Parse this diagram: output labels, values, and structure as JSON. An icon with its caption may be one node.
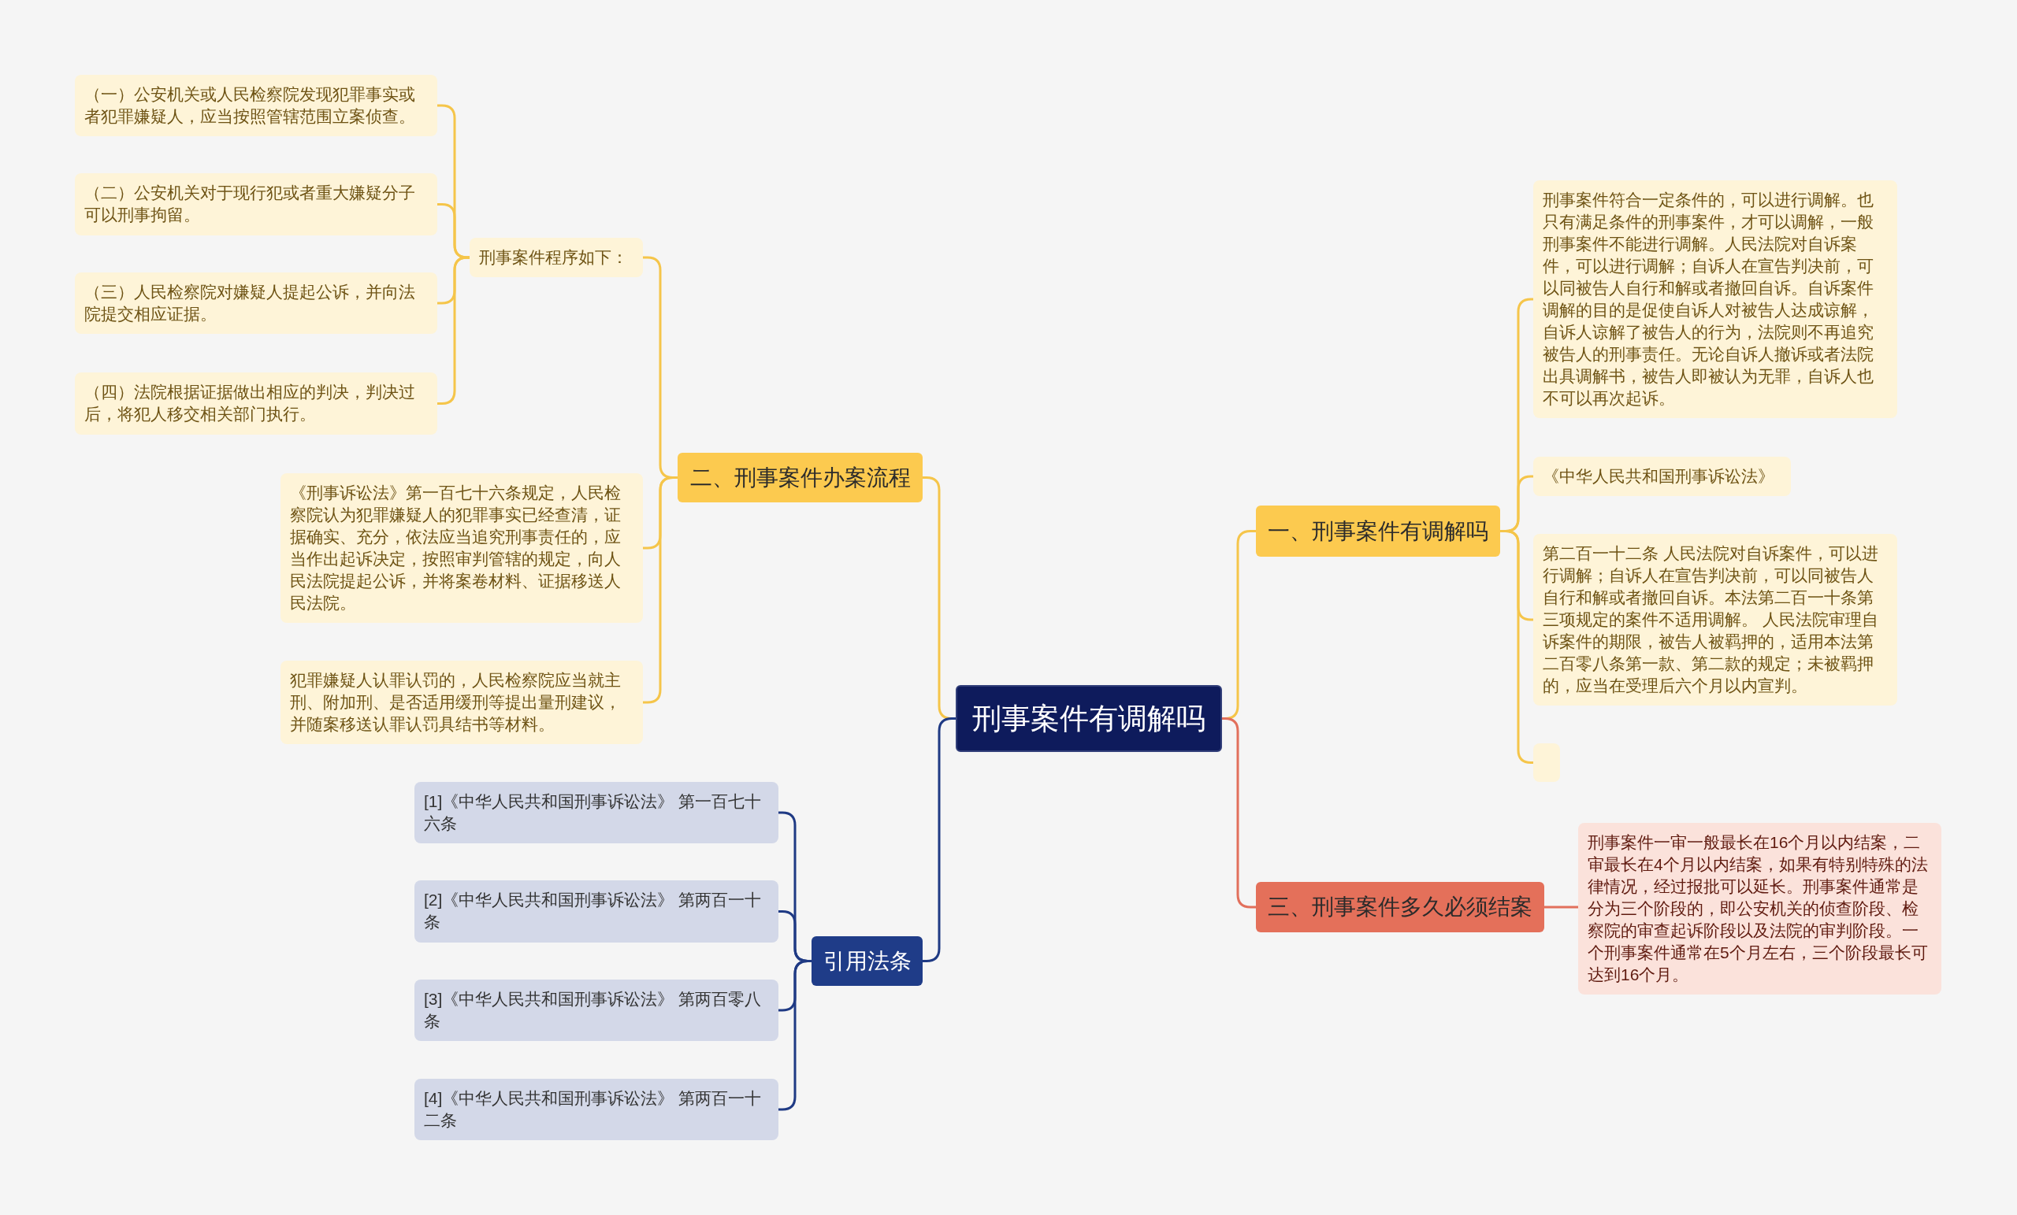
{
  "diagram": {
    "nodes": [
      {
        "text": [
          "刑事案件有调解吗"
        ]
      },
      {
        "text": [
          "一、刑事案件有调解吗"
        ]
      },
      {
        "text": [
          "刑事案件符合一定条件的，可以进行调解。也只有满足条件的刑事案件，才可以调解，一般刑事案件不能进行调解。人民法院对自诉案件，可以进行调解；自诉人在宣告判决前，可以同被告人自行和解或者撤回自诉。自诉案件调解的目的是促使自诉人对被告人达成谅解，自诉人谅解了被告人的行为，法院则不再追究被告人的刑事责任。无论自诉人撤诉或者法院出具调解书，被告人即被认为无罪，自诉人也不可以再次起诉。"
        ]
      },
      {
        "text": [
          "《中华人民共和国刑事诉讼法》"
        ]
      },
      {
        "text": [
          "第二百一十二条 人民法院对自诉案件，可以进行调解；自诉人在宣告判决前，可以同被告人自行和解或者撤回自诉。本法第二百一十条第三项规定的案件不适用调解。 人民法院审理自诉案件的期限，被告人被羁押的，适用本法第二百零八条第一款、第二款的规定；未被羁押的，应当在受理后六个月以内宣判。"
        ]
      },
      {
        "text": [],
        "shape": "box"
      },
      {
        "text": [
          "三、刑事案件多久必须结案"
        ]
      },
      {
        "text": [
          "刑事案件一审一般最长在16个月以内结案，二审最长在4个月以内结案，如果有特别特殊的法律情况，经过报批可以延长。刑事案件通常是分为三个阶段的，即公安机关的侦查阶段、检察院的审查起诉阶段以及法院的审判阶段。一个刑事案件通常在5个月左右，三个阶段最长可达到16个月。"
        ]
      },
      {
        "text": [
          "二、刑事案件办案流程"
        ]
      },
      {
        "text": [
          "刑事案件程序如下："
        ]
      },
      {
        "text": [
          "（一）公安机关或人民检察院发现犯罪事实或者犯罪嫌疑人，应当按照管辖范围立案侦查。"
        ]
      },
      {
        "text": [
          "（二）公安机关对于现行犯或者重大嫌疑分子可以刑事拘留。"
        ]
      },
      {
        "text": [
          "（三）人民检察院对嫌疑人提起公诉，并向法院提交相应证据。"
        ]
      },
      {
        "text": [
          "（四）法院根据证据做出相应的判决，判决过后，将犯人移交相关部门执行。"
        ]
      },
      {
        "text": [
          "《刑事诉讼法》第一百七十六条规定，人民检察院认为犯罪嫌疑人的犯罪事实已经查清，证据确实、充分，依法应当追究刑事责任的，应当作出起诉决定，按照审判管辖的规定，向人民法院提起公诉，并将案卷材料、证据移送人民法院。"
        ]
      },
      {
        "text": [
          "犯罪嫌疑人认罪认罚的，人民检察院应当就主刑、附加刑、是否适用缓刑等提出量刑建议，并随案移送认罪认罚具结书等材料。"
        ]
      },
      {
        "text": [
          "引用法条"
        ]
      },
      {
        "text": [
          "[1]《中华人民共和国刑事诉讼法》 第一百七十六条"
        ]
      },
      {
        "text": [
          "[2]《中华人民共和国刑事诉讼法》 第两百一十条"
        ]
      },
      {
        "text": [
          "[3]《中华人民共和国刑事诉讼法》 第两百零八条"
        ]
      },
      {
        "text": [
          "[4]《中华人民共和国刑事诉讼法》 第两百一十二条"
        ]
      }
    ],
    "edges": [
      {
        "from": 0,
        "to": 1,
        "arrow": "none"
      },
      {
        "from": 0,
        "to": 6,
        "arrow": "none",
        "color": "#e2705c"
      },
      {
        "from": 0,
        "to": 8,
        "arrow": "none"
      },
      {
        "from": 0,
        "to": 16,
        "arrow": "none",
        "color": "#1f3a84"
      },
      {
        "from": 1,
        "to": 2,
        "arrow": "none"
      },
      {
        "from": 1,
        "to": 3,
        "arrow": "none"
      },
      {
        "from": 1,
        "to": 4,
        "arrow": "none"
      },
      {
        "from": 1,
        "to": 5,
        "arrow": "none"
      },
      {
        "from": 6,
        "to": 7,
        "arrow": "none",
        "color": "#e2705c"
      },
      {
        "from": 8,
        "to": 9,
        "arrow": "none"
      },
      {
        "from": 8,
        "to": 14,
        "arrow": "none"
      },
      {
        "from": 8,
        "to": 15,
        "arrow": "none"
      },
      {
        "from": 9,
        "to": 10,
        "arrow": "none"
      },
      {
        "from": 9,
        "to": 11,
        "arrow": "none"
      },
      {
        "from": 9,
        "to": 12,
        "arrow": "none"
      },
      {
        "from": 9,
        "to": 13,
        "arrow": "none"
      },
      {
        "from": 16,
        "to": 17,
        "arrow": "none",
        "color": "#1f3a84"
      },
      {
        "from": 16,
        "to": 18,
        "arrow": "none",
        "color": "#1f3a84"
      },
      {
        "from": 16,
        "to": 19,
        "arrow": "none",
        "color": "#1f3a84"
      },
      {
        "from": 16,
        "to": 20,
        "arrow": "none",
        "color": "#1f3a84"
      }
    ]
  }
}
